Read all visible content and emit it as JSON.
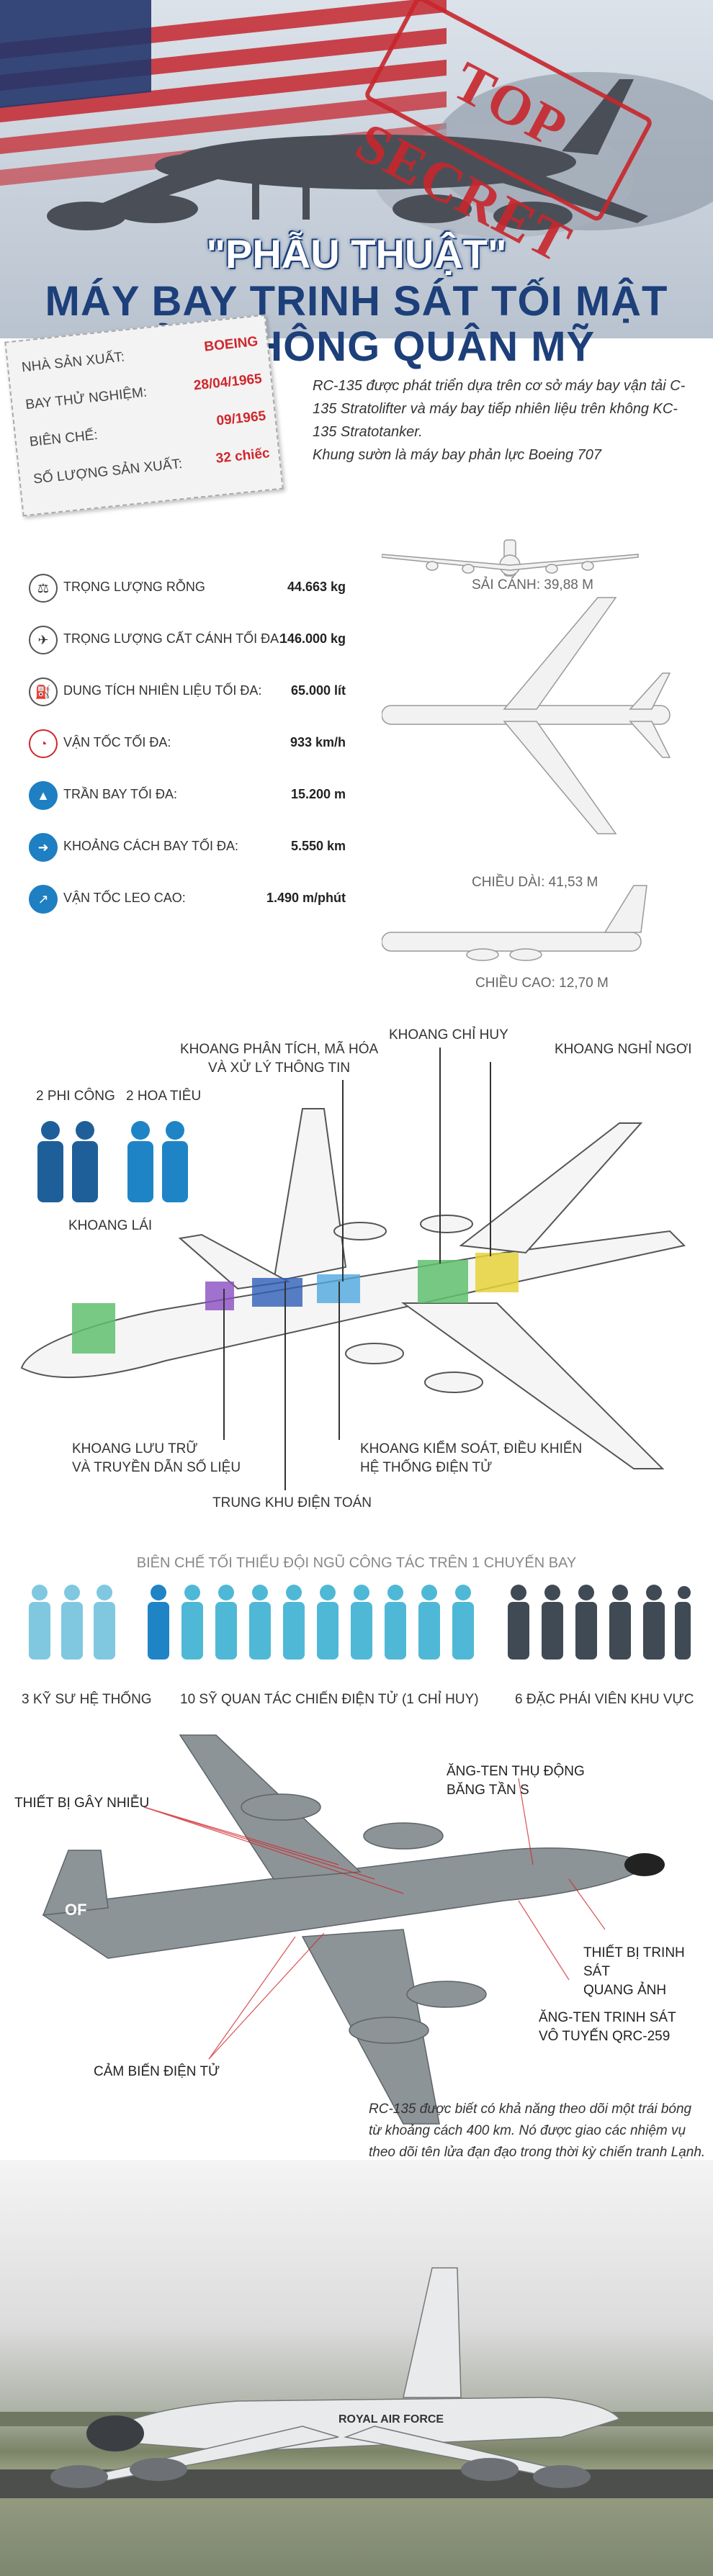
{
  "header": {
    "stamp": "TOP SECRET",
    "title_line1": "\"PHẪU THUẬT\"",
    "title_line2": "MÁY BAY TRINH SÁT TỐI MẬT",
    "title_line3": "CỦA KHÔNG QUÂN MỸ"
  },
  "spec_card": {
    "rows": [
      {
        "label": "NHÀ SẢN XUẤT:",
        "value": "BOEING"
      },
      {
        "label": "BAY THỬ NGHIỆM:",
        "value": "28/04/1965"
      },
      {
        "label": "BIÊN CHẾ:",
        "value": "09/1965"
      },
      {
        "label": "SỐ LƯỢNG SẢN XUẤT:",
        "value": "32 chiếc"
      }
    ]
  },
  "intro": {
    "p1": "RC-135 được phát triển dựa trên cơ sở máy bay vận tải C-135 Stratolifter và máy bay tiếp nhiên liệu trên không KC-135 Stratotanker.",
    "p2": "Khung sườn là máy bay phản lực Boeing 707"
  },
  "stats": [
    {
      "icon": "weight-icon",
      "label": "TRỌNG LƯỢNG RỖNG",
      "value": "44.663 kg"
    },
    {
      "icon": "takeoff-icon",
      "label": "TRỌNG LƯỢNG CẤT CÁNH TỐI ĐA:",
      "value": "146.000 kg"
    },
    {
      "icon": "fuel-icon",
      "label": "DUNG TÍCH NHIÊN LIỆU TỐI ĐA:",
      "value": "65.000 lít"
    },
    {
      "icon": "speedometer-icon",
      "label": "VẬN TỐC TỐI ĐA:",
      "value": "933 km/h"
    },
    {
      "icon": "ceiling-icon",
      "label": "TRẦN BAY TỐI ĐA:",
      "value": "15.200 m"
    },
    {
      "icon": "range-icon",
      "label": "KHOẢNG CÁCH BAY TỐI ĐA:",
      "value": "5.550 km"
    },
    {
      "icon": "climb-icon",
      "label": "VẬN TỐC LEO CAO:",
      "value": "1.490 m/phút"
    }
  ],
  "dimensions": {
    "wingspan": "SẢI CÁNH: 39,88 m",
    "length": "CHIỀU DÀI: 41,53 m",
    "height": "CHIỀU CAO: 12,70 m"
  },
  "cutaway": {
    "pilots": "2 PHI CÔNG",
    "navigators": "2 HOA TIÊU",
    "cockpit": "KHOANG LÁI",
    "analysis": "KHOANG PHÂN TÍCH, MÃ HÓA\nVÀ XỬ LÝ THÔNG TIN",
    "command": "KHOANG CHỈ HUY",
    "rest": "KHOANG NGHỈ NGƠI",
    "storage": "KHOANG LƯU TRỮ\nVÀ TRUYỀN DẪN SỐ LIỆU",
    "control": "KHOANG KIỂM SOÁT, ĐIỀU KHIỂN\nHỆ THỐNG ĐIỆN TỬ",
    "security": "TRUNG KHU ĐIỆN TOÁN"
  },
  "crew": {
    "title": "BIÊN CHẾ TỐI THIỂU ĐỘI NGŨ CÔNG TÁC TRÊN 1 CHUYẾN BAY",
    "group1": "3 KỸ SƯ HỆ THỐNG",
    "group2": "10 SỸ QUAN TÁC CHIẾN ĐIỆN TỬ (1 CHỈ HUY)",
    "group3": "6 ĐẶC PHÁI VIÊN KHU VỰC",
    "colors": {
      "engineers": "#7fc8e0",
      "officers": "#4fb8d6",
      "officers_lead": "#1f84c6",
      "envoys": "#3f4a54"
    }
  },
  "photo_labels": {
    "jammer": "THIẾT BỊ GÂY NHIỄU",
    "s_band": "ĂNG-TEN THỤ ĐỘNG\nBĂNG TẦN S",
    "optical": "THIẾT BỊ TRINH SÁT\nQUANG ẢNH",
    "qrc": "ĂNG-TEN TRINH SÁT\nVÔ TUYẾN QRC-259",
    "sensor": "CẢM BIẾN ĐIỆN TỬ",
    "tail_code": "OF",
    "note": "RC-135 được biết có khả năng theo dõi một trái bóng từ khoảng cách 400 km. Nó được giao các nhiệm vụ theo dõi tên lửa đạn đạo trong thời kỳ chiến tranh Lạnh."
  },
  "photo2": {
    "fuselage_text": "ROYAL AIR FORCE"
  }
}
